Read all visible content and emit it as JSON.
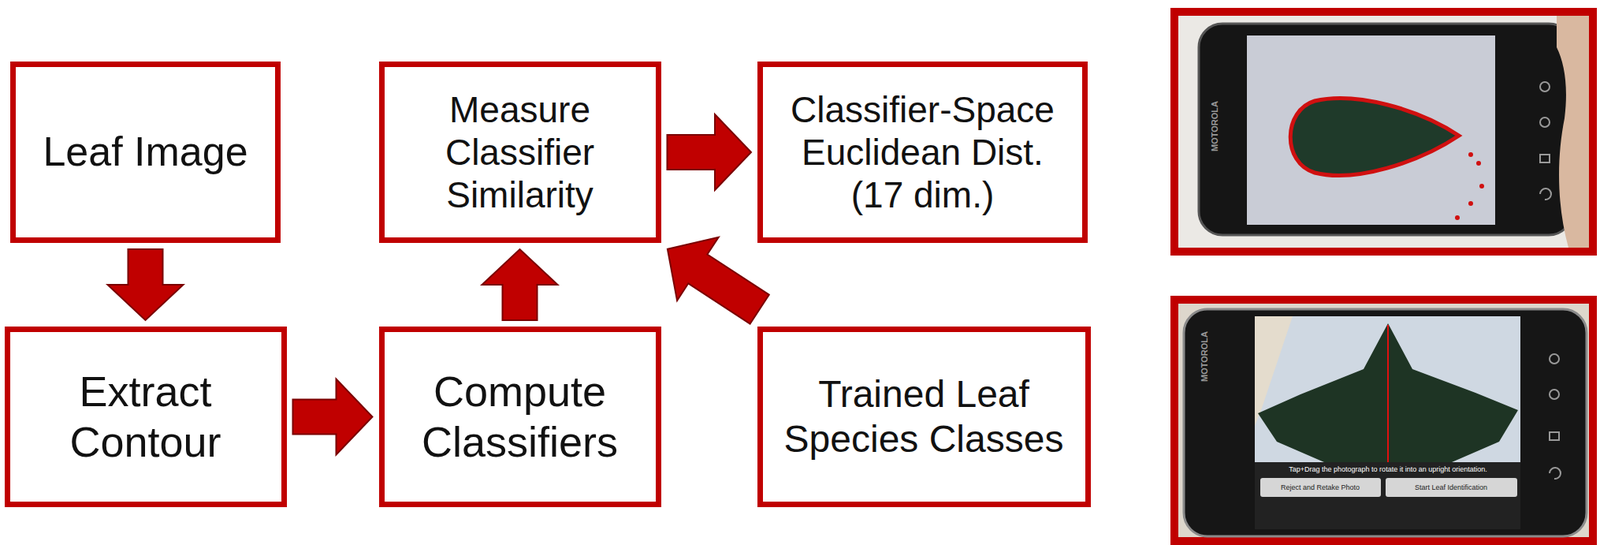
{
  "diagram": {
    "nodes": [
      {
        "text": [
          "Leaf Image"
        ]
      },
      {
        "text": [
          "Measure Classifier Similarity"
        ]
      },
      {
        "text": [
          "Classifier-Space Euclidean Dist. (17 dim.)"
        ]
      },
      {
        "text": [
          "Extract Contour"
        ]
      },
      {
        "text": [
          "Compute Classifiers"
        ]
      },
      {
        "text": [
          "Trained Leaf Species Classes"
        ]
      }
    ],
    "edges": [
      {
        "from": 0,
        "to": 3,
        "arrow": "to"
      },
      {
        "from": 3,
        "to": 4,
        "arrow": "to"
      },
      {
        "from": 4,
        "to": 1,
        "arrow": "to"
      },
      {
        "from": 5,
        "to": 1,
        "arrow": "to"
      },
      {
        "from": 1,
        "to": 2,
        "arrow": "to"
      }
    ],
    "labels": [
      "MOTOROLA",
      "MOTOROLA",
      "Tap+Drag the photograph to rotate it into an upright orientation.",
      "Reject and Retake Photo",
      "Start Leaf Identification"
    ]
  }
}
